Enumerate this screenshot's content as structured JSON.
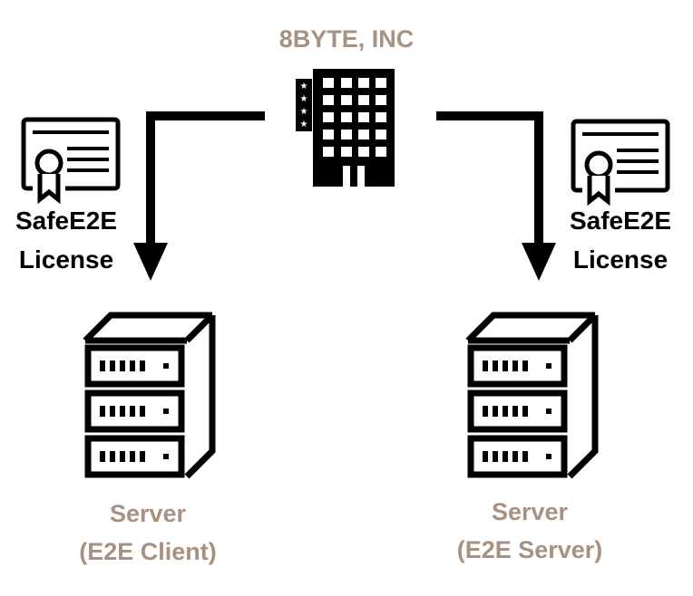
{
  "colors": {
    "accent": "#a89180",
    "ink": "#000000"
  },
  "company": {
    "name": "8BYTE, INC",
    "icon": "office-building-icon"
  },
  "license_left": {
    "line1": "SafeE2E",
    "line2": "License",
    "icon": "certificate-icon"
  },
  "license_right": {
    "line1": "SafeE2E",
    "line2": "License",
    "icon": "certificate-icon"
  },
  "server_left": {
    "line1": "Server",
    "line2": "(E2E Client)",
    "icon": "server-rack-icon"
  },
  "server_right": {
    "line1": "Server",
    "line2": "(E2E Server)",
    "icon": "server-rack-icon"
  }
}
